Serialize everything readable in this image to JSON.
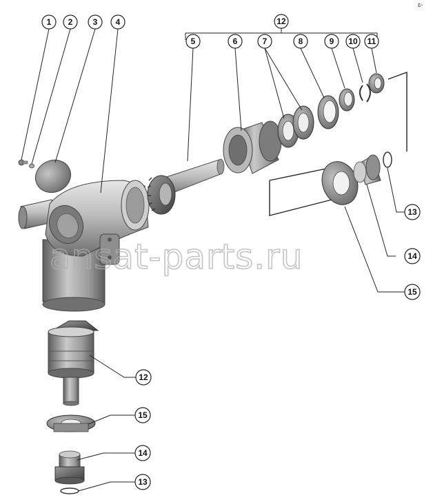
{
  "diagram": {
    "type": "exploded-parts-diagram",
    "callouts": {
      "c1": "1",
      "c2": "2",
      "c3": "3",
      "c4": "4",
      "c5": "5",
      "c6": "6",
      "c7": "7",
      "c8": "8",
      "c9": "9",
      "c10": "10",
      "c11": "11",
      "c12_top": "12",
      "c12_bottom": "12",
      "c13_right": "13",
      "c13_bottom": "13",
      "c14_right": "14",
      "c14_bottom": "14",
      "c15_right": "15",
      "c15_bottom": "15"
    },
    "corner_mark": "ɛ-"
  },
  "watermark": "ansat-parts.ru"
}
